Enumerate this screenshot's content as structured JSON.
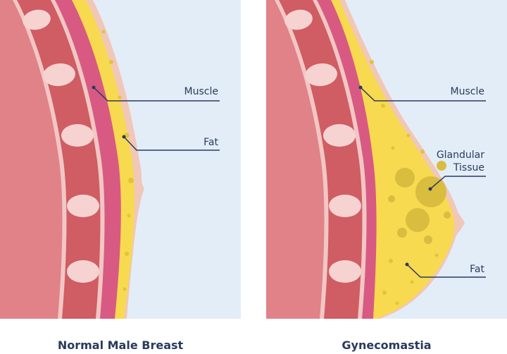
{
  "panels": {
    "left": {
      "caption": "Normal Male Breast",
      "labels": {
        "muscle": "Muscle",
        "fat": "Fat"
      }
    },
    "right": {
      "caption": "Gynecomastia",
      "labels": {
        "muscle": "Muscle",
        "glandular_line1": "Glandular",
        "glandular_line2": "Tissue",
        "fat": "Fat"
      }
    }
  },
  "colors": {
    "background": "#e3edf8",
    "body": "#e08288",
    "rib_band": "#cf5d63",
    "rib_edge": "#f1c7c4",
    "rib": "#f6d3d0",
    "muscle": "#d85a83",
    "fat": "#f7da4f",
    "fat_dot": "#e3c23c",
    "gland": "#d8bd3f",
    "skin": "#f1c7b8",
    "label": "#2a3b5c"
  }
}
